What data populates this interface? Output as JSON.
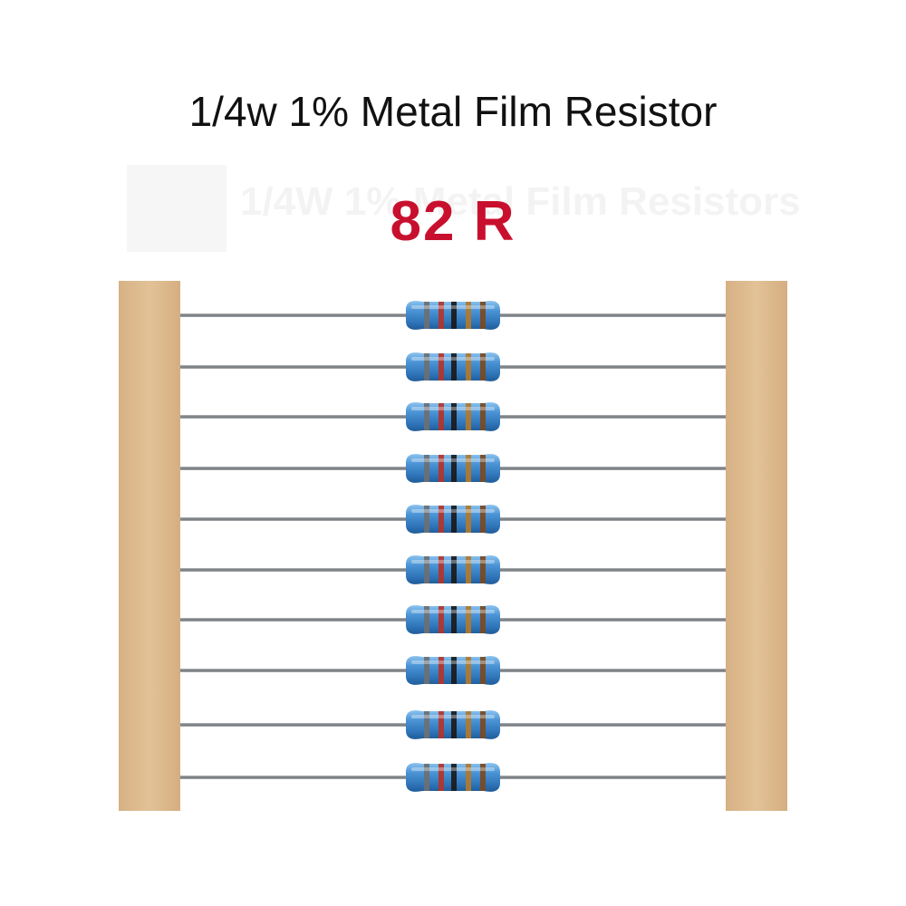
{
  "product": {
    "title": "1/4w 1% Metal Film Resistor",
    "resistance_label": "82 R",
    "resistor_count": 10
  },
  "watermark": {
    "text": "1/4W 1% Metal Film Resistors"
  },
  "colors": {
    "title_text": "#111111",
    "resistance_label": "#c8102e",
    "tape": "#dcb98e",
    "resistor_body": "#3f86c9",
    "lead_wire": "#8f9499"
  },
  "resistor_bands": [
    "gray",
    "red",
    "black",
    "gold",
    "brown"
  ]
}
